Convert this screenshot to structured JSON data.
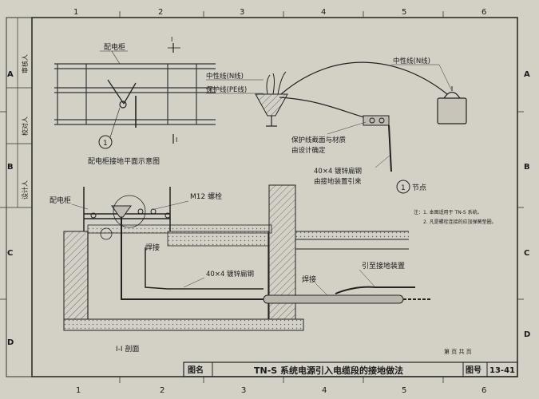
{
  "frame": {
    "col_numbers": [
      "1",
      "2",
      "3",
      "4",
      "5",
      "6"
    ],
    "row_letters": [
      "A",
      "B",
      "C",
      "D"
    ],
    "side_labels": [
      "审核人",
      "校对人",
      "设计人"
    ]
  },
  "plan": {
    "cabinet_label": "配电柜",
    "section_mark": "I",
    "callout_number": "1",
    "caption": "配电柜接地平面示意图"
  },
  "detail": {
    "neutral_label_left": "中性线(N线)",
    "pe_label": "保护线(PE线)",
    "neutral_label_right": "中性线(N线)",
    "note_pe_line1": "保护线截面与材质",
    "note_pe_line2": "由设计确定",
    "note_flat_line1": "40×4 镀锌扁钢",
    "note_flat_line2": "由接地装置引来",
    "node_number": "1",
    "node_label": "节点"
  },
  "notes": {
    "line1": "注：1. 本图适用于 TN-S 系统。",
    "line2": "2. 凡是螺栓连接的应加弹簧垫圈。"
  },
  "section": {
    "cabinet_label": "配电柜",
    "bolt_label": "M12 螺栓",
    "weld_label_1": "焊接",
    "flat_steel_label": "40×4 镀锌扁钢",
    "weld_label_2": "焊接",
    "to_ground_label": "引至接地装置",
    "section_title": "I-I 剖面",
    "page_small": "第 页 共 页"
  },
  "title_block": {
    "name_label": "图名",
    "drawing_title": "TN-S 系统电源引入电缆段的接地做法",
    "number_label": "图号",
    "drawing_number": "13-41"
  }
}
